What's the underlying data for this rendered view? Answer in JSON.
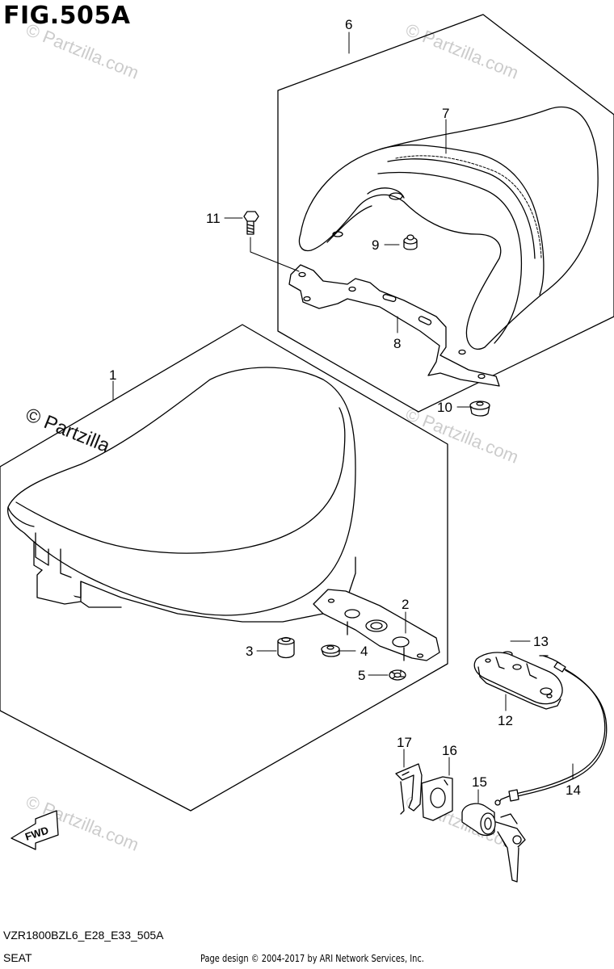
{
  "figure": {
    "title": "FIG.505A"
  },
  "watermarks": {
    "faint": "© Partzilla.com",
    "dark": "© Partzilla.com"
  },
  "callouts": {
    "c1": "1",
    "c2": "2",
    "c3": "3",
    "c4": "4",
    "c5": "5",
    "c6": "6",
    "c7": "7",
    "c8": "8",
    "c9": "9",
    "c10": "10",
    "c11": "11",
    "c12": "12",
    "c13": "13",
    "c14": "14",
    "c15": "15",
    "c16": "16",
    "c17": "17"
  },
  "direction_arrow": {
    "label": "FWD"
  },
  "footer": {
    "model_code": "VZR1800BZL6_E28_E33_505A",
    "section_name": "SEAT",
    "copyright": "Page design © 2004-2017 by ARI Network Services, Inc."
  },
  "colors": {
    "line": "#000000",
    "watermark": "#cccccc"
  }
}
